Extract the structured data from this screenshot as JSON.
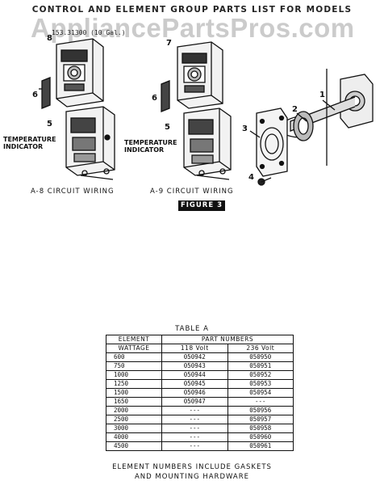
{
  "header": {
    "title": "CONTROL AND ELEMENT GROUP PARTS LIST FOR MODELS",
    "models": "153.31300 (10 Gal.)"
  },
  "watermark": "AppliancePartsPros.com",
  "diagram": {
    "left_numbers": [
      "8",
      "6",
      "5"
    ],
    "mid_numbers": [
      "7",
      "6",
      "5"
    ],
    "right_numbers": [
      "1",
      "2",
      "3",
      "4"
    ],
    "temp_label_left": "TEMPERATURE\nINDICATOR",
    "temp_label_mid": "TEMPERATURE\nINDICATOR",
    "caption_left": "A-8 CIRCUIT WIRING",
    "caption_mid": "A-9 CIRCUIT WIRING",
    "figure_label": "FIGURE 3"
  },
  "table": {
    "title": "TABLE A",
    "col_element": "ELEMENT",
    "col_wattage": "WATTAGE",
    "col_part_numbers": "PART NUMBERS",
    "col_118": "118 Volt",
    "col_236": "236 Volt",
    "rows": [
      {
        "w": "600",
        "v118": "050942",
        "v236": "050950"
      },
      {
        "w": "750",
        "v118": "050943",
        "v236": "050951"
      },
      {
        "w": "1000",
        "v118": "050944",
        "v236": "050952"
      },
      {
        "w": "1250",
        "v118": "050945",
        "v236": "050953"
      },
      {
        "w": "1500",
        "v118": "050946",
        "v236": "050954"
      },
      {
        "w": "1650",
        "v118": "050947",
        "v236": "---"
      },
      {
        "w": "2000",
        "v118": "---",
        "v236": "050956"
      },
      {
        "w": "2500",
        "v118": "---",
        "v236": "050957"
      },
      {
        "w": "3000",
        "v118": "---",
        "v236": "050958"
      },
      {
        "w": "4000",
        "v118": "---",
        "v236": "050960"
      },
      {
        "w": "4500",
        "v118": "---",
        "v236": "050961"
      }
    ]
  },
  "footer": {
    "line1": "ELEMENT NUMBERS INCLUDE GASKETS",
    "line2": "AND MOUNTING HARDWARE"
  }
}
